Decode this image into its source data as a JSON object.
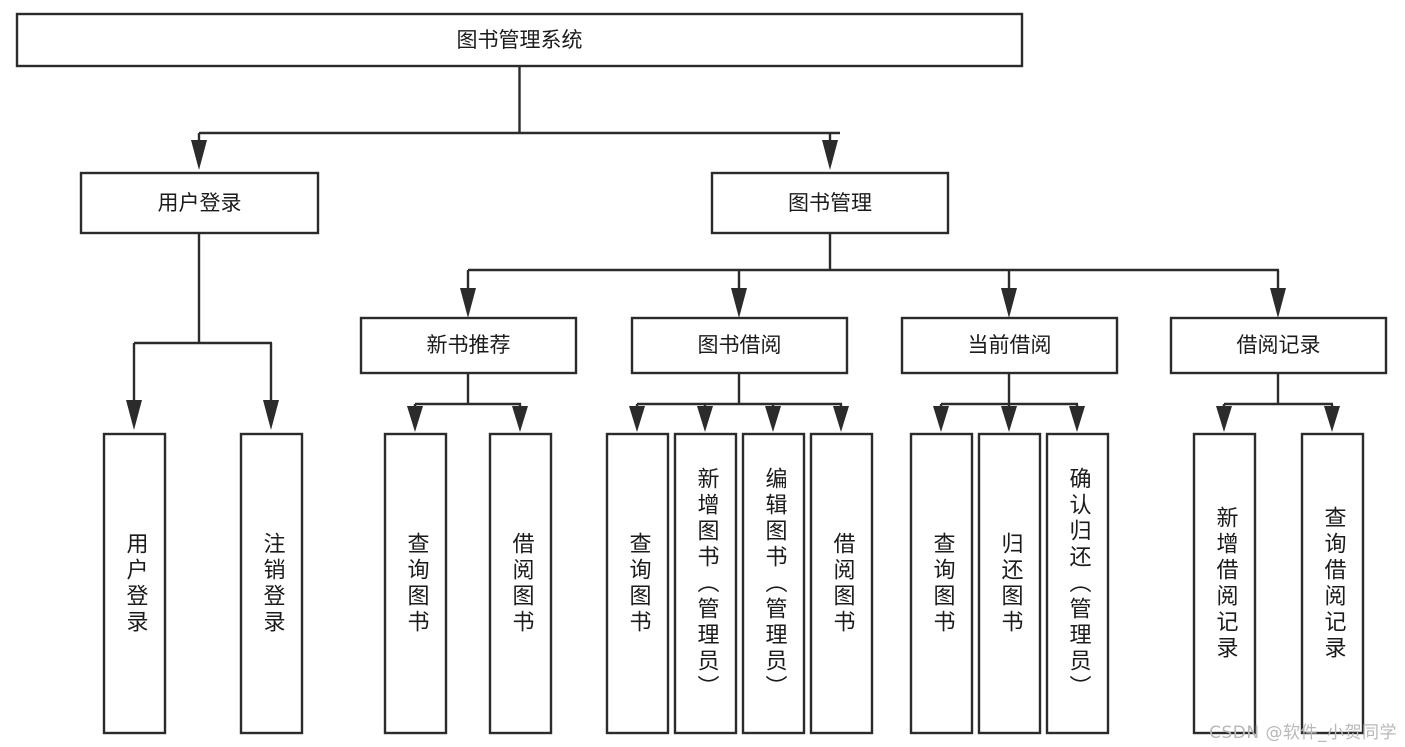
{
  "diagram": {
    "title": "图书管理系统",
    "type": "tree-hierarchy",
    "watermark": "CSDN @软件_小贺同学",
    "colors": {
      "stroke": "#2b2b2b",
      "fill": "#ffffff",
      "text": "#1b1b1b",
      "watermark": "#b8b8b8",
      "background": "#ffffff"
    },
    "root": {
      "label": "图书管理系统",
      "orientation": "horizontal"
    },
    "level2": [
      {
        "label": "用户登录",
        "orientation": "horizontal"
      },
      {
        "label": "图书管理",
        "orientation": "horizontal"
      }
    ],
    "level3": [
      {
        "label": "新书推荐",
        "orientation": "horizontal"
      },
      {
        "label": "图书借阅",
        "orientation": "horizontal"
      },
      {
        "label": "当前借阅",
        "orientation": "horizontal"
      },
      {
        "label": "借阅记录",
        "orientation": "horizontal"
      }
    ],
    "leaves": {
      "user_login": [
        {
          "label": "用户登录",
          "orientation": "vertical"
        },
        {
          "label": "注销登录",
          "orientation": "vertical"
        }
      ],
      "new_book_recommend": [
        {
          "label": "查询图书",
          "orientation": "vertical"
        },
        {
          "label": "借阅图书",
          "orientation": "vertical"
        }
      ],
      "book_borrow": [
        {
          "label": "查询图书",
          "orientation": "vertical"
        },
        {
          "label": "新增图书（管理员）",
          "orientation": "vertical"
        },
        {
          "label": "编辑图书（管理员）",
          "orientation": "vertical"
        },
        {
          "label": "借阅图书",
          "orientation": "vertical"
        }
      ],
      "current_borrow": [
        {
          "label": "查询图书",
          "orientation": "vertical"
        },
        {
          "label": "归还图书",
          "orientation": "vertical"
        },
        {
          "label": "确认归还（管理员）",
          "orientation": "vertical"
        }
      ],
      "borrow_record": [
        {
          "label": "新增借阅记录",
          "orientation": "vertical"
        },
        {
          "label": "查询借阅记录",
          "orientation": "vertical"
        }
      ]
    }
  }
}
